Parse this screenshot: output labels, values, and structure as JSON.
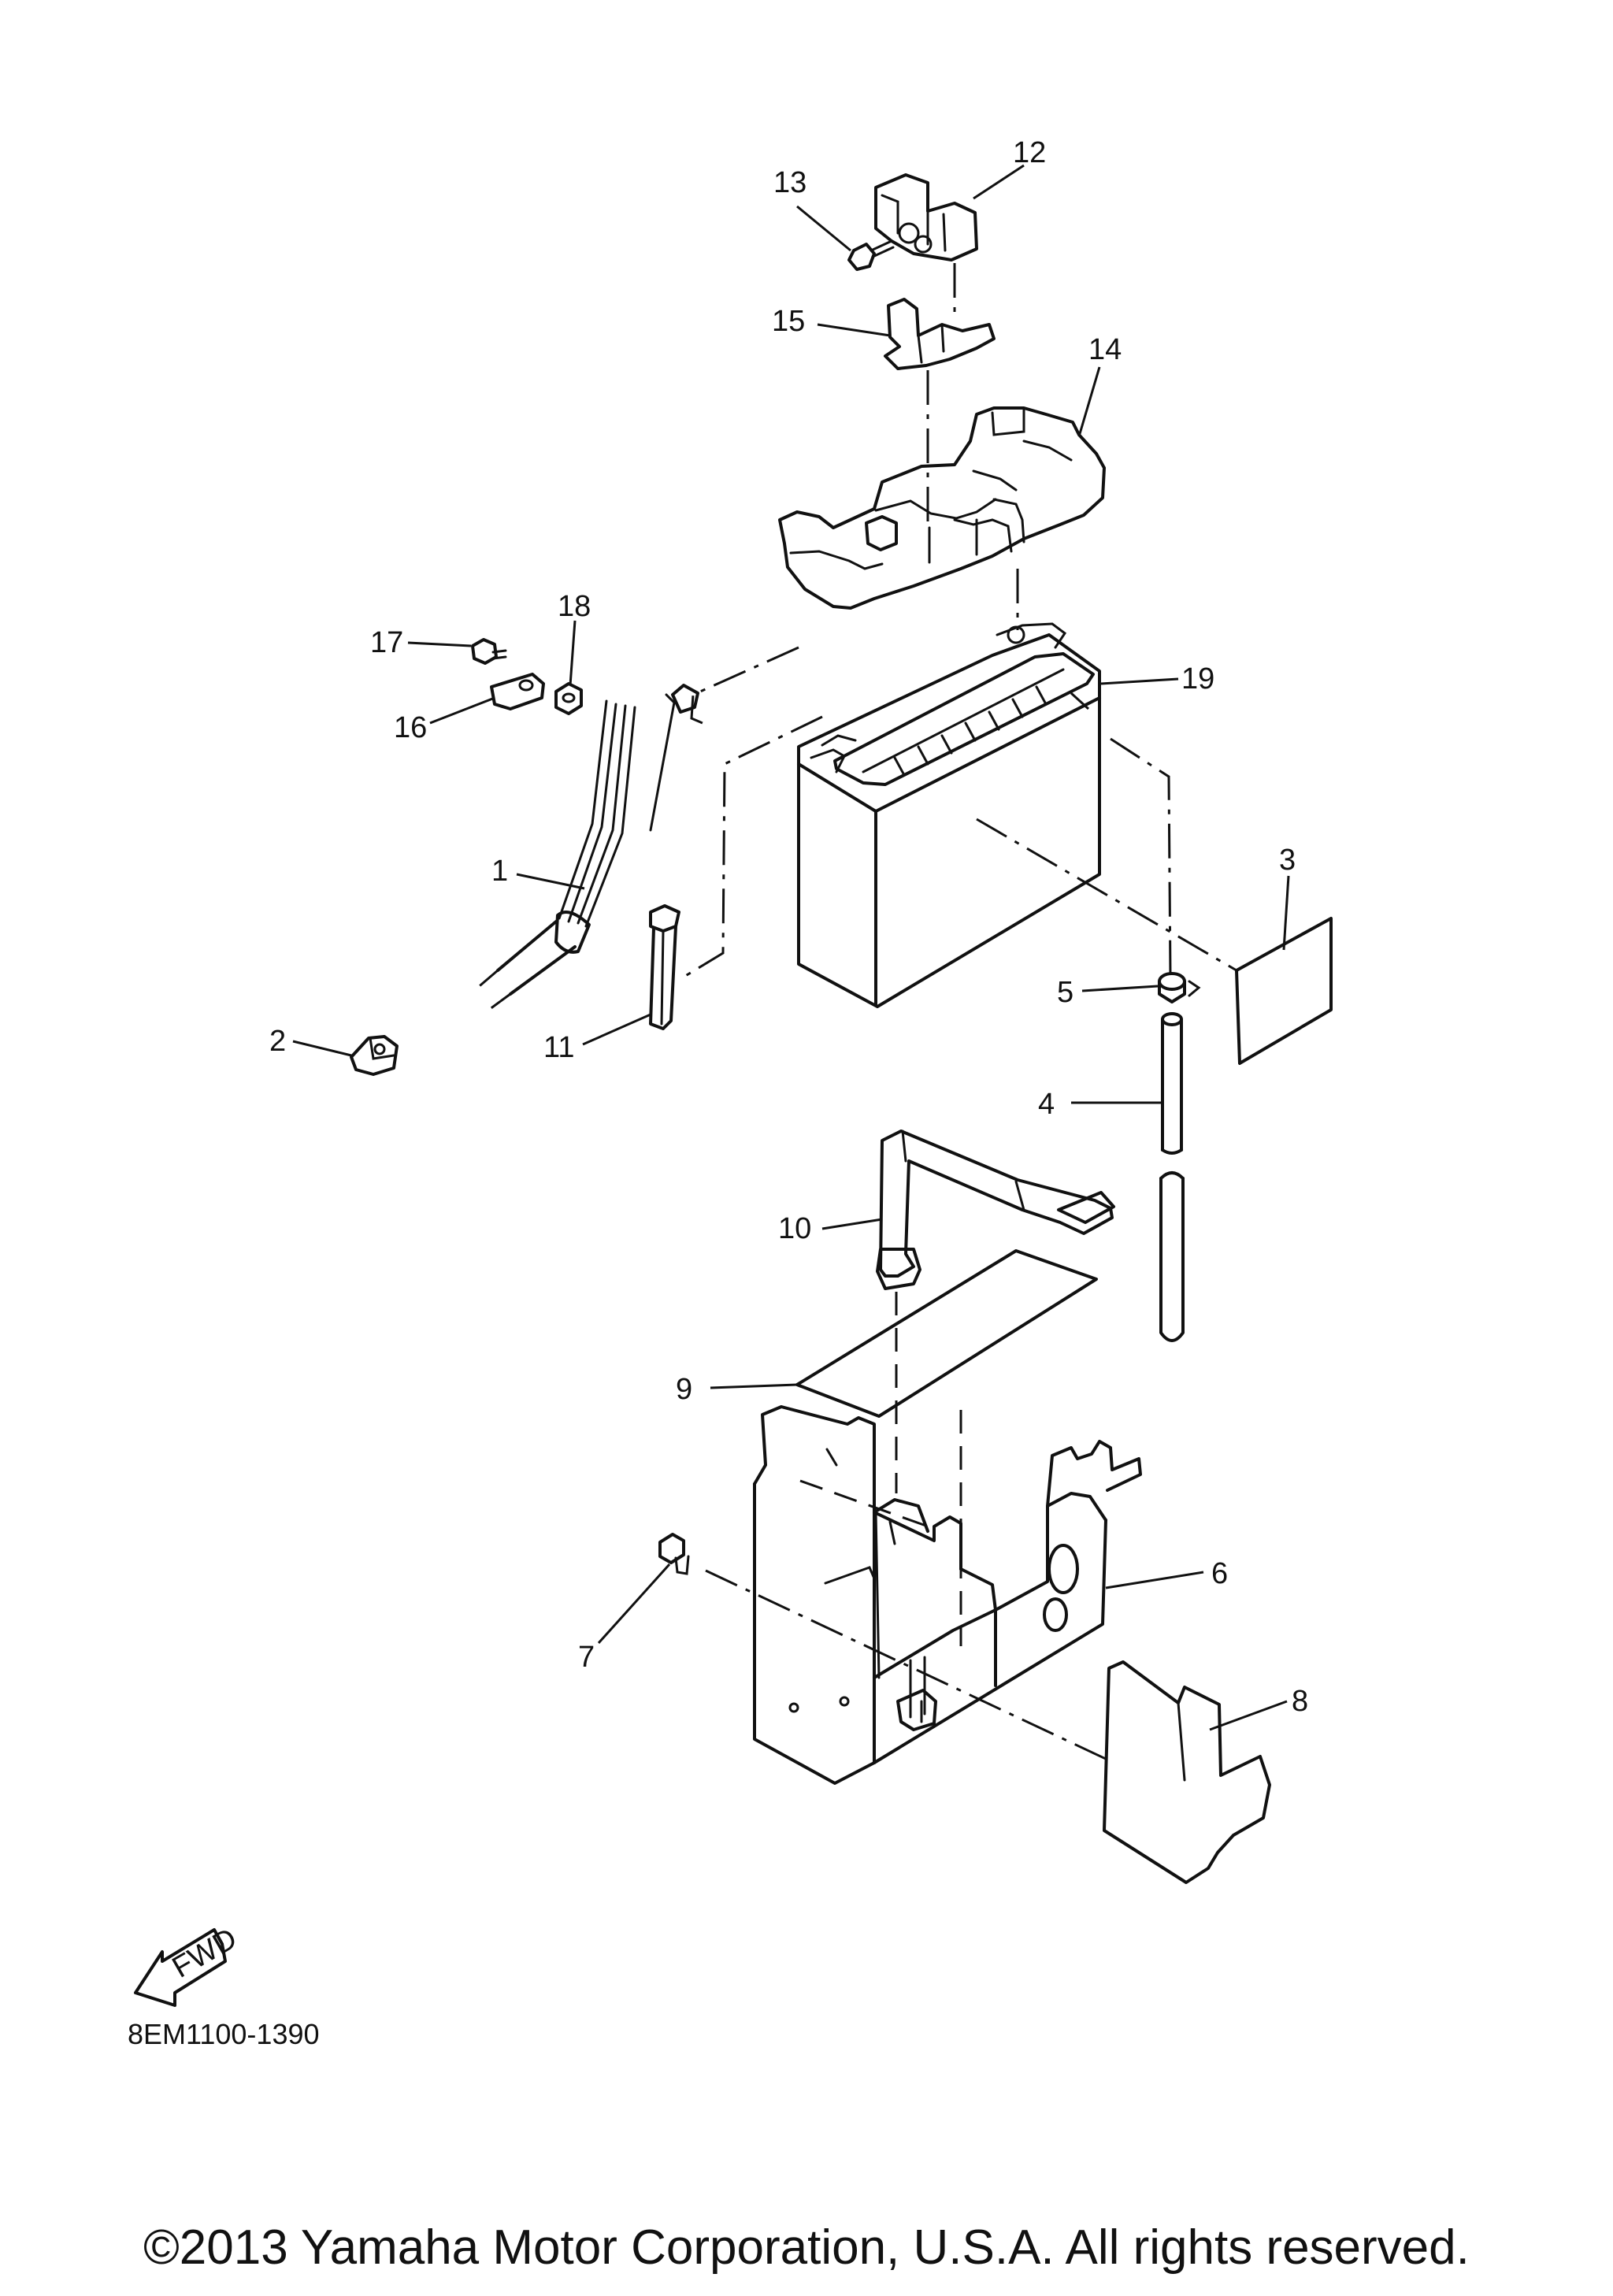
{
  "diagram": {
    "callouts": [
      "1",
      "2",
      "3",
      "4",
      "5",
      "6",
      "7",
      "8",
      "9",
      "10",
      "11",
      "12",
      "13",
      "14",
      "15",
      "16",
      "17",
      "18",
      "19"
    ],
    "direction_label": "FWD",
    "part_code": "8EM1100-1390"
  },
  "footer": {
    "copyright": "©2013 Yamaha Motor Corporation, U.S.A. All rights reserved."
  }
}
